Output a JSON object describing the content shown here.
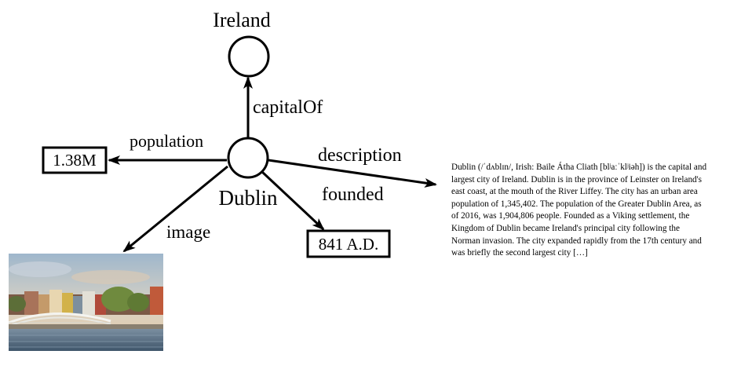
{
  "nodes": {
    "dublin": "Dublin",
    "ireland": "Ireland",
    "population_value": "1.38M",
    "founded_value": "841 A.D."
  },
  "edges": {
    "capital_of": "capitalOf",
    "population": "population",
    "description": "description",
    "founded": "founded",
    "image": "image"
  },
  "description_text": "Dublin (/ˈdʌblɪn/, Irish: Baile Átha Cliath [blʲaːˈklʲiəh]) is the capital and largest city of Ireland. Dublin is in the province of Leinster on Ireland's east coast, at the mouth of the River Liffey. The city has an urban area population of 1,345,402. The population of the Greater Dublin Area, as of 2016, was 1,904,806 people. Founded as a Viking settlement, the Kingdom of Dublin became Ireland's principal city following the Norman invasion. The city expanded rapidly from the 17th century and was briefly the second largest city […]",
  "colors": {
    "stroke": "#000000",
    "sky": "#b9c9d6",
    "water": "#5d7388"
  }
}
